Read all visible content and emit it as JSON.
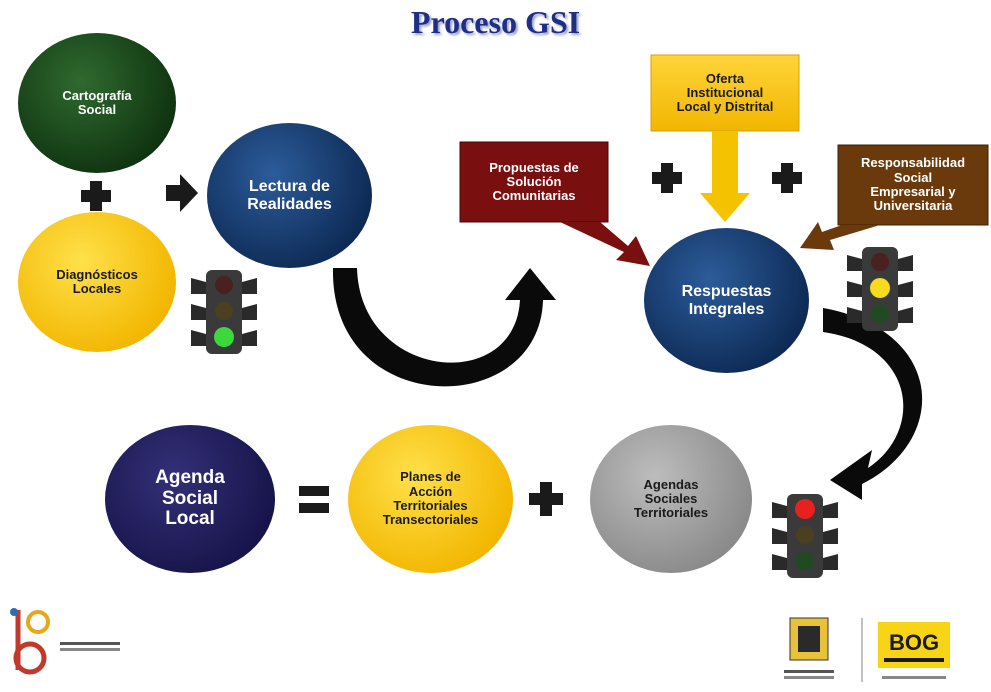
{
  "title": "Proceso GSI",
  "nodes": {
    "cartografia": "Cartografía\nSocial",
    "diagnosticos": "Diagnósticos\nLocales",
    "lectura": "Lectura de\nRealidades",
    "propuestas": "Propuestas de\nSolución\nComunitarias",
    "oferta": "Oferta\nInstitucional\nLocal y Distrital",
    "responsabilidad": "Responsabilidad\nSocial\nEmpresarial y\nUniversitaria",
    "respuestas": "Respuestas\nIntegrales",
    "agenda_local": "Agenda\nSocial\nLocal",
    "planes": "Planes de\nAcción\nTerritoriales\nTransectoriales",
    "agendas_territoriales": "Agendas\nSociales\nTerritoriales"
  },
  "traffic_lights": [
    {
      "id": "left",
      "active": "green"
    },
    {
      "id": "right",
      "active": "yellow"
    },
    {
      "id": "bottom",
      "active": "red"
    }
  ],
  "colors": {
    "title": "#1f2f86",
    "green": "#0f3310",
    "yellow": "#f2b600",
    "blue": "#0d2a55",
    "navy": "#17144a",
    "grey": "#8a8a8a",
    "maroon": "#7a0f0f",
    "brown": "#6b3a0c"
  }
}
